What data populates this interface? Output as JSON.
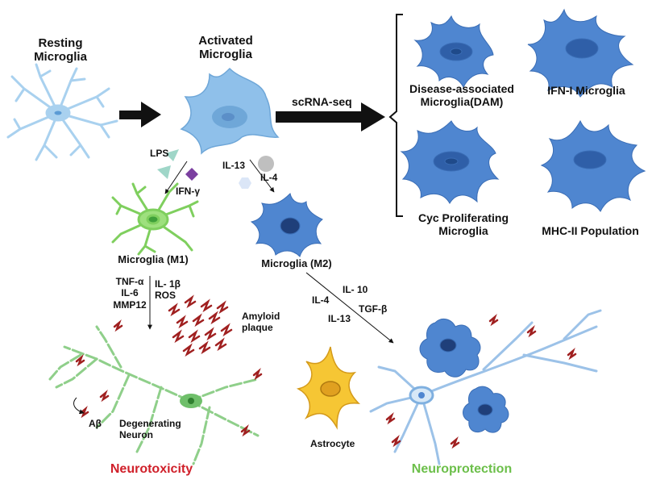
{
  "labels": {
    "resting": "Resting\nMicroglia",
    "activated": "Activated\nMicroglia",
    "scrna": "scRNA-seq",
    "dam": "Disease-associated\nMicroglia(DAM)",
    "ifn": "IFN-I Microglia",
    "cyc": "Cyc Proliferating\nMicroglia",
    "mhc": "MHC-II Population",
    "lps": "LPS",
    "ifng": "IFN-γ",
    "il13a": "IL-13",
    "il4a": "IL-4",
    "m1": "Microglia (M1)",
    "m2": "Microglia (M2)",
    "m1_cyt_left": "TNF-α\nIL-6\nMMP12",
    "m1_cyt_right": "IL- 1β\nROS",
    "il10": "IL- 10",
    "il4b": "IL-4",
    "tgfb": "TGF-β",
    "il13b": "IL-13",
    "amyloid": "Amyloid\nplaque",
    "abeta": "Aβ",
    "degen": "Degenerating\nNeuron",
    "astro": "Astrocyte",
    "neurotox": "Neurotoxicity",
    "neuroprot": "Neuroprotection"
  },
  "colors": {
    "neurotox": "#d0202a",
    "neuroprot": "#6cbf4a",
    "m2_blue": "#4f86d0",
    "m1_green": "#7fcf5e",
    "activated_blue": "#8fc0ea",
    "resting_blue": "#a9d1ef",
    "amyloid_red": "#a02020"
  }
}
